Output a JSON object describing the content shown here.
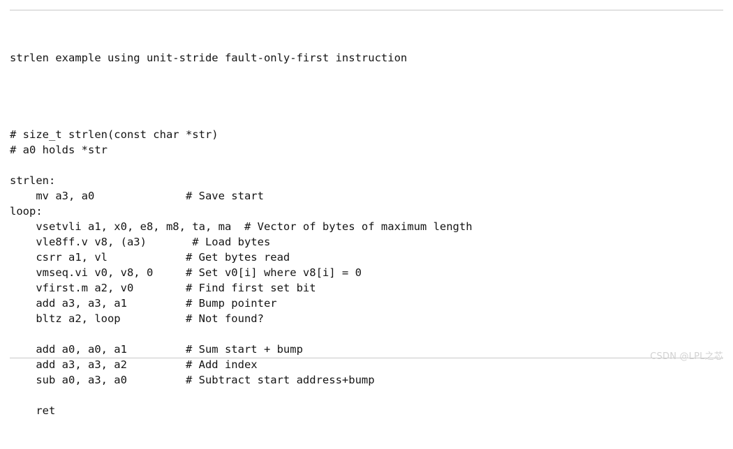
{
  "document": {
    "title_line": "strlen example using unit-stride fault-only-first instruction",
    "background_color": "#ffffff",
    "text_color": "#141414",
    "rule_color": "#c8c8c8"
  },
  "rules": {
    "top_label": "top-horizontal-rule",
    "bottom_label": "bottom-horizontal-rule"
  },
  "code": {
    "lines": [
      "",
      "",
      "# size_t strlen(const char *str)",
      "# a0 holds *str",
      "",
      "strlen:",
      "    mv a3, a0              # Save start",
      "loop:",
      "    vsetvli a1, x0, e8, m8, ta, ma  # Vector of bytes of maximum length",
      "    vle8ff.v v8, (a3)       # Load bytes",
      "    csrr a1, vl            # Get bytes read",
      "    vmseq.vi v0, v8, 0     # Set v0[i] where v8[i] = 0",
      "    vfirst.m a2, v0        # Find first set bit",
      "    add a3, a3, a1         # Bump pointer",
      "    bltz a2, loop          # Not found?",
      "",
      "    add a0, a0, a1         # Sum start + bump",
      "    add a3, a3, a2         # Add index",
      "    sub a0, a3, a0         # Subtract start address+bump",
      "",
      "    ret"
    ]
  },
  "watermark": {
    "text": "CSDN @LPL之芯",
    "color": "#d2d2d2"
  }
}
